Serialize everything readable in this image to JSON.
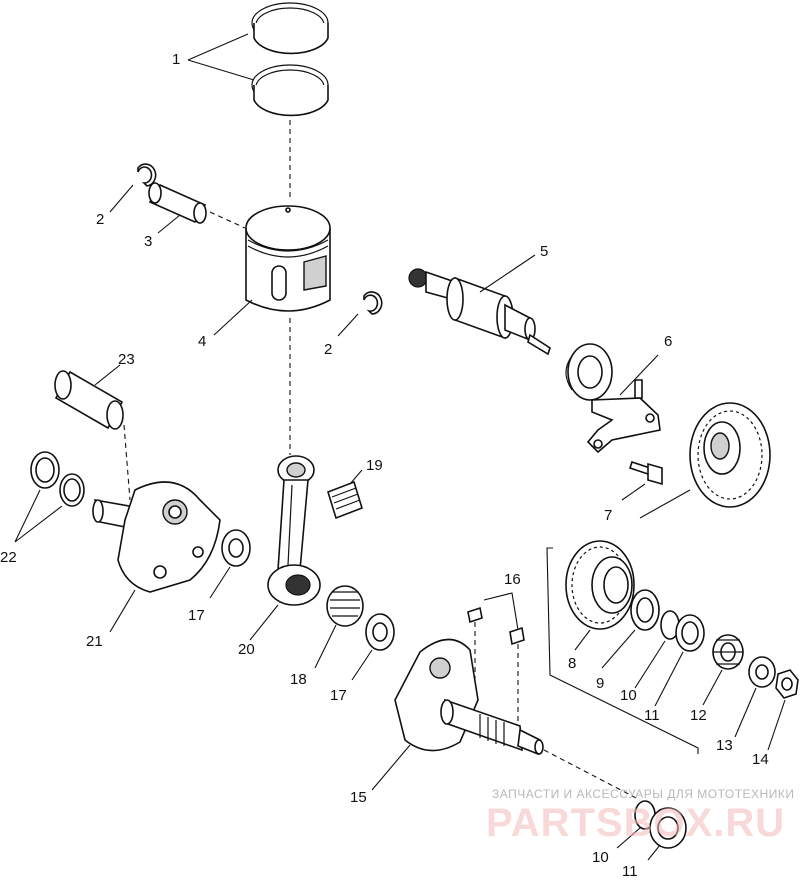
{
  "diagram": {
    "callouts": [
      {
        "id": "c1",
        "label": "1"
      },
      {
        "id": "c2a",
        "label": "2"
      },
      {
        "id": "c2b",
        "label": "2"
      },
      {
        "id": "c3",
        "label": "3"
      },
      {
        "id": "c4",
        "label": "4"
      },
      {
        "id": "c5",
        "label": "5"
      },
      {
        "id": "c6",
        "label": "6"
      },
      {
        "id": "c7",
        "label": "7"
      },
      {
        "id": "c8",
        "label": "8"
      },
      {
        "id": "c9",
        "label": "9"
      },
      {
        "id": "c10a",
        "label": "10"
      },
      {
        "id": "c10b",
        "label": "10"
      },
      {
        "id": "c11a",
        "label": "11"
      },
      {
        "id": "c11b",
        "label": "11"
      },
      {
        "id": "c12",
        "label": "12"
      },
      {
        "id": "c13",
        "label": "13"
      },
      {
        "id": "c14",
        "label": "14"
      },
      {
        "id": "c15",
        "label": "15"
      },
      {
        "id": "c16",
        "label": "16"
      },
      {
        "id": "c17a",
        "label": "17"
      },
      {
        "id": "c17b",
        "label": "17"
      },
      {
        "id": "c18",
        "label": "18"
      },
      {
        "id": "c19",
        "label": "19"
      },
      {
        "id": "c20",
        "label": "20"
      },
      {
        "id": "c21",
        "label": "21"
      },
      {
        "id": "c22",
        "label": "22"
      },
      {
        "id": "c23",
        "label": "23"
      }
    ]
  },
  "watermark": {
    "tagline": "ЗАПЧАСТИ И АКСЕССУАРЫ ДЛЯ МОТОТЕХНИКИ",
    "brand": "PARTSBOX.RU",
    "brand_color": "#e88a8a"
  }
}
